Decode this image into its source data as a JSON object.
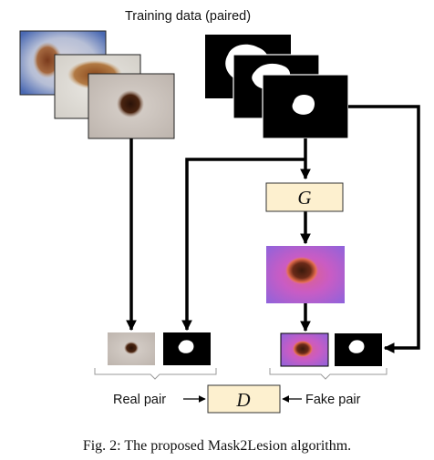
{
  "header": {
    "training_label": "Training data (paired)"
  },
  "generator": {
    "label": "G"
  },
  "discriminator": {
    "label": "D"
  },
  "pairs": {
    "real_label": "Real pair",
    "fake_label": "Fake pair"
  },
  "caption": {
    "prefix": "Fig. 2:",
    "text": "The proposed Mask2Lesion algorithm."
  },
  "colors": {
    "box_fill": "#fdf0cf",
    "box_stroke": "#333333",
    "wire": "#000000",
    "brace": "#9a9a9a",
    "fake_image_base": "#9461d6",
    "lesion_dark": "#3a1a0c",
    "mask_background": "#000000",
    "mask_blob": "#ffffff"
  }
}
